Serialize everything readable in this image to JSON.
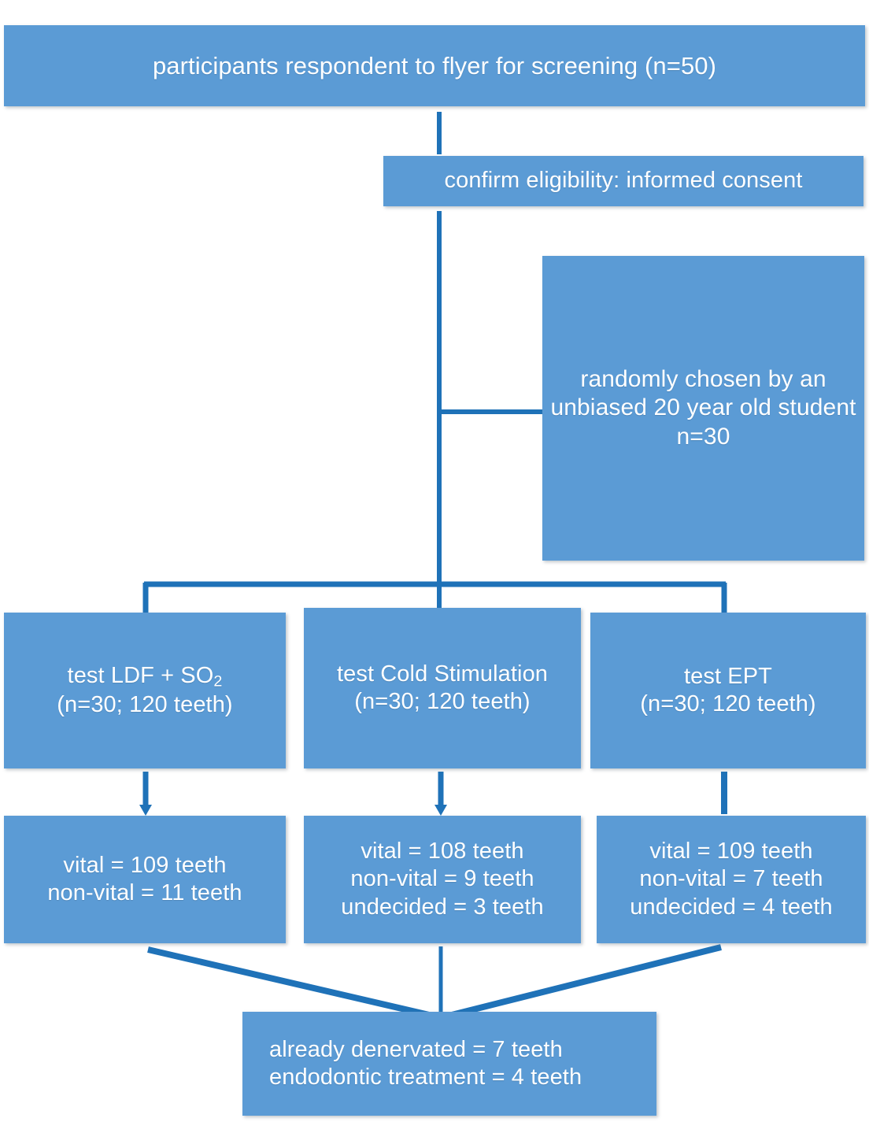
{
  "diagram": {
    "title": "Study flow diagram",
    "accent_color": "#5B9BD5",
    "connector_color": "#1F72B8",
    "text_color": "#FFFFFF",
    "nodes": {
      "screening": "participants respondent to flyer for screening (n=50)",
      "eligibility": "confirm eligibility: informed consent",
      "randomization": "randomly chosen by an unbiased 20 year old student\nn=30",
      "test_ldf_line1": "test LDF + SO",
      "test_ldf_sub": "2",
      "test_ldf_line2": "(n=30; 120 teeth)",
      "test_cold": "test Cold Stimulation\n(n=30; 120 teeth)",
      "test_ept": "test EPT\n(n=30; 120 teeth)",
      "result_ldf": "vital = 109 teeth\nnon-vital = 11 teeth",
      "result_cold": "vital = 108 teeth\nnon-vital = 9 teeth\nundecided = 3 teeth",
      "result_ept": "vital = 109 teeth\nnon-vital = 7 teeth\nundecided = 4 teeth",
      "outcome": "already denervated = 7 teeth\nendodontic treatment = 4 teeth"
    }
  },
  "chart_data": {
    "type": "table",
    "title": "Study flow diagram",
    "categories": [
      "test LDF + SO2",
      "test Cold Stimulation",
      "test EPT"
    ],
    "series": [
      {
        "name": "vital (teeth)",
        "values": [
          109,
          108,
          109
        ]
      },
      {
        "name": "non-vital (teeth)",
        "values": [
          11,
          9,
          7
        ]
      },
      {
        "name": "undecided (teeth)",
        "values": [
          null,
          3,
          4
        ]
      }
    ],
    "annotations": [
      "participants respondent to flyer for screening (n=50)",
      "randomly chosen by an unbiased 20 year old student n=30",
      "each test arm: n=30; 120 teeth",
      "already denervated = 7 teeth",
      "endodontic treatment = 4 teeth"
    ]
  }
}
